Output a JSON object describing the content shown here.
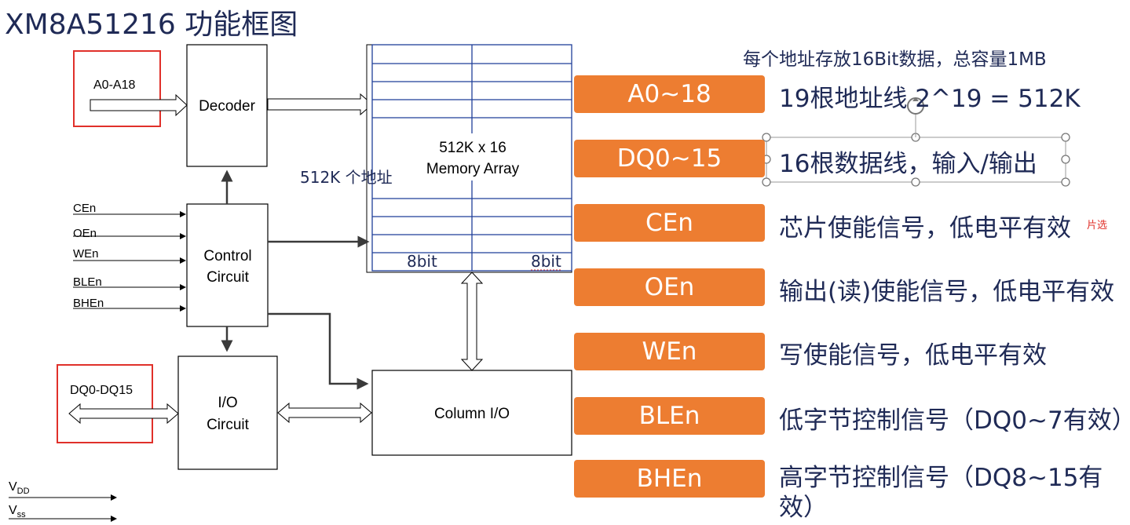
{
  "title": "XM8A51216 功能框图",
  "diagram": {
    "addr_input": "A0-A18",
    "decoder": "Decoder",
    "memory_line1": "512K x 16",
    "memory_line2": "Memory Array",
    "addr_count": "512K 个地址",
    "col_left": "8bit",
    "col_right": "8bit",
    "control_line1": "Control",
    "control_line2": "Circuit",
    "signals": [
      "CEn",
      "OEn",
      "WEn",
      "BLEn",
      "BHEn"
    ],
    "dq_input": "DQ0-DQ15",
    "io_line1": "I/O",
    "io_line2": "Circuit",
    "column_io": "Column I/O",
    "vdd": "V",
    "vdd_sub": "DD",
    "vss": "V",
    "vss_sub": "ss"
  },
  "right_note": "每个地址存放16Bit数据，总容量1MB",
  "pins": [
    {
      "name": "A0~18",
      "desc": "19根地址线    2^19 = 512K"
    },
    {
      "name": "DQ0~15",
      "desc": "16根数据线，输入/输出"
    },
    {
      "name": "CEn",
      "desc": "芯片使能信号，低电平有效"
    },
    {
      "name": "OEn",
      "desc": "输出(读)使能信号，低电平有效"
    },
    {
      "name": "WEn",
      "desc": "写使能信号，低电平有效"
    },
    {
      "name": "BLEn",
      "desc": "低字节控制信号（DQ0~7有效）"
    },
    {
      "name": "BHEn",
      "desc": "高字节控制信号（DQ8~15有\n效）"
    }
  ],
  "cen_note": "片选",
  "colors": {
    "pin_bg": "#ed7d31",
    "text_blue": "#1f2a56",
    "red_box": "#e0302a",
    "grid_blue": "#1f3f99"
  }
}
